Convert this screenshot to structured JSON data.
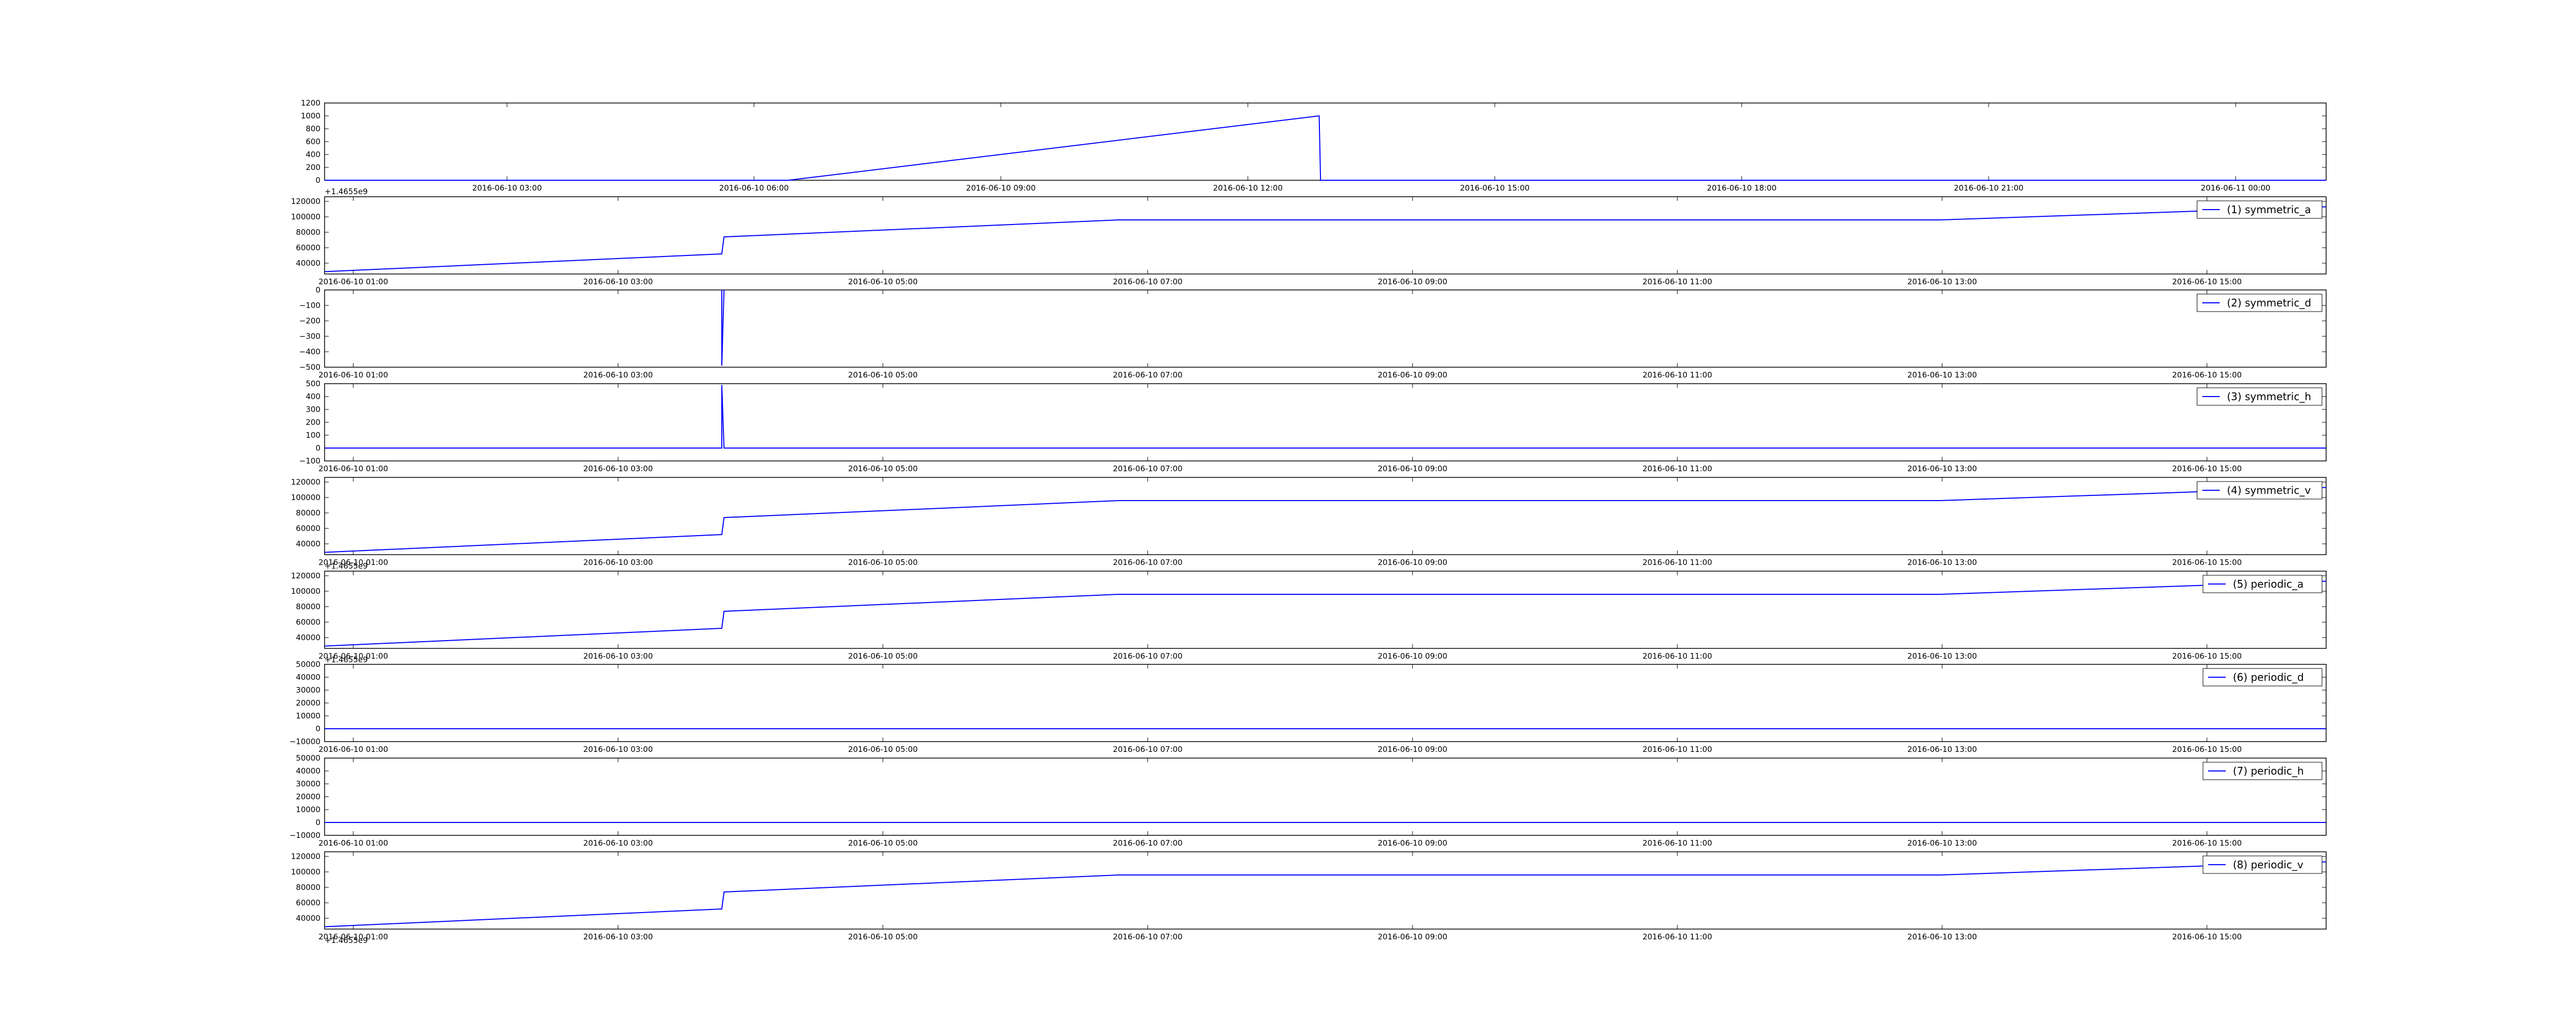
{
  "chart_data": [
    {
      "type": "line",
      "ylim": [
        0,
        1200
      ],
      "yticks": [
        0,
        200,
        400,
        600,
        800,
        1000,
        1200
      ],
      "xlim": [
        "2016-06-10 00:47",
        "2016-06-11 01:06"
      ],
      "xticks": [
        "2016-06-10 03:00",
        "2016-06-10 06:00",
        "2016-06-10 09:00",
        "2016-06-10 12:00",
        "2016-06-10 15:00",
        "2016-06-10 18:00",
        "2016-06-10 21:00",
        "2016-06-11 00:00"
      ],
      "offset_label": "+1.4655e9",
      "series": [
        {
          "points": [
            [
              "2016-06-10 00:47",
              0
            ],
            [
              "2016-06-10 06:25",
              0
            ],
            [
              "2016-06-10 12:52",
              1000
            ],
            [
              "2016-06-10 12:53",
              0
            ],
            [
              "2016-06-11 01:06",
              0
            ]
          ]
        }
      ]
    },
    {
      "type": "line",
      "ylim": [
        26000,
        126000
      ],
      "yticks": [
        40000,
        60000,
        80000,
        100000,
        120000
      ],
      "xticks": [
        "2016-06-10 01:00",
        "2016-06-10 03:00",
        "2016-06-10 05:00",
        "2016-06-10 07:00",
        "2016-06-10 09:00",
        "2016-06-10 11:00",
        "2016-06-10 13:00",
        "2016-06-10 15:00"
      ],
      "legend": "(1) symmetric_a",
      "series": [
        {
          "name": "(1) symmetric_a",
          "points": [
            [
              "2016-06-10 00:47",
              29000
            ],
            [
              "2016-06-10 03:47",
              52000
            ],
            [
              "2016-06-10 03:48",
              74000
            ],
            [
              "2016-06-10 06:47",
              96000
            ],
            [
              "2016-06-10 12:59",
              96000
            ],
            [
              "2016-06-10 15:54",
              113000
            ]
          ]
        }
      ]
    },
    {
      "type": "line",
      "ylim": [
        -500,
        0
      ],
      "yticks": [
        -500,
        -400,
        -300,
        -200,
        -100,
        0
      ],
      "xticks": [
        "2016-06-10 01:00",
        "2016-06-10 03:00",
        "2016-06-10 05:00",
        "2016-06-10 07:00",
        "2016-06-10 09:00",
        "2016-06-10 11:00",
        "2016-06-10 13:00",
        "2016-06-10 15:00"
      ],
      "legend": "(2) symmetric_d",
      "series": [
        {
          "name": "(2) symmetric_d",
          "points": [
            [
              "2016-06-10 03:47",
              0
            ],
            [
              "2016-06-10 03:47",
              -490
            ],
            [
              "2016-06-10 03:48",
              0
            ]
          ]
        }
      ]
    },
    {
      "type": "line",
      "ylim": [
        -100,
        500
      ],
      "yticks": [
        -100,
        0,
        100,
        200,
        300,
        400,
        500
      ],
      "xticks": [
        "2016-06-10 01:00",
        "2016-06-10 03:00",
        "2016-06-10 05:00",
        "2016-06-10 07:00",
        "2016-06-10 09:00",
        "2016-06-10 11:00",
        "2016-06-10 13:00",
        "2016-06-10 15:00"
      ],
      "legend": "(3) symmetric_h",
      "series": [
        {
          "name": "(3) symmetric_h",
          "points": [
            [
              "2016-06-10 00:47",
              0
            ],
            [
              "2016-06-10 03:47",
              0
            ],
            [
              "2016-06-10 03:47",
              490
            ],
            [
              "2016-06-10 03:48",
              0
            ],
            [
              "2016-06-10 15:54",
              0
            ]
          ]
        }
      ]
    },
    {
      "type": "line",
      "ylim": [
        26000,
        126000
      ],
      "yticks": [
        40000,
        60000,
        80000,
        100000,
        120000
      ],
      "xticks": [
        "2016-06-10 01:00",
        "2016-06-10 03:00",
        "2016-06-10 05:00",
        "2016-06-10 07:00",
        "2016-06-10 09:00",
        "2016-06-10 11:00",
        "2016-06-10 13:00",
        "2016-06-10 15:00"
      ],
      "offset_label": "+1.4655e9",
      "legend": "(4) symmetric_v",
      "series": [
        {
          "name": "(4) symmetric_v",
          "points": [
            [
              "2016-06-10 00:47",
              29000
            ],
            [
              "2016-06-10 03:47",
              52000
            ],
            [
              "2016-06-10 03:48",
              74000
            ],
            [
              "2016-06-10 06:47",
              96000
            ],
            [
              "2016-06-10 12:59",
              96000
            ],
            [
              "2016-06-10 15:54",
              113000
            ]
          ]
        }
      ]
    },
    {
      "type": "line",
      "ylim": [
        26000,
        126000
      ],
      "yticks": [
        40000,
        60000,
        80000,
        100000,
        120000
      ],
      "xticks": [
        "2016-06-10 01:00",
        "2016-06-10 03:00",
        "2016-06-10 05:00",
        "2016-06-10 07:00",
        "2016-06-10 09:00",
        "2016-06-10 11:00",
        "2016-06-10 13:00",
        "2016-06-10 15:00"
      ],
      "offset_label": "+1.4655e9",
      "legend": "(5) periodic_a",
      "series": [
        {
          "name": "(5) periodic_a",
          "points": [
            [
              "2016-06-10 00:47",
              29000
            ],
            [
              "2016-06-10 03:47",
              52000
            ],
            [
              "2016-06-10 03:48",
              74000
            ],
            [
              "2016-06-10 06:47",
              96000
            ],
            [
              "2016-06-10 12:59",
              96000
            ],
            [
              "2016-06-10 15:54",
              113000
            ]
          ]
        }
      ]
    },
    {
      "type": "line",
      "ylim": [
        -10000,
        50000
      ],
      "yticks": [
        -10000,
        0,
        10000,
        20000,
        30000,
        40000,
        50000
      ],
      "xticks": [
        "2016-06-10 01:00",
        "2016-06-10 03:00",
        "2016-06-10 05:00",
        "2016-06-10 07:00",
        "2016-06-10 09:00",
        "2016-06-10 11:00",
        "2016-06-10 13:00",
        "2016-06-10 15:00"
      ],
      "legend": "(6) periodic_d",
      "series": [
        {
          "name": "(6) periodic_d",
          "points": [
            [
              "2016-06-10 00:47",
              0
            ],
            [
              "2016-06-10 15:54",
              0
            ]
          ]
        }
      ]
    },
    {
      "type": "line",
      "ylim": [
        -10000,
        50000
      ],
      "yticks": [
        -10000,
        0,
        10000,
        20000,
        30000,
        40000,
        50000
      ],
      "xticks": [
        "2016-06-10 01:00",
        "2016-06-10 03:00",
        "2016-06-10 05:00",
        "2016-06-10 07:00",
        "2016-06-10 09:00",
        "2016-06-10 11:00",
        "2016-06-10 13:00",
        "2016-06-10 15:00"
      ],
      "legend": "(7) periodic_h",
      "series": [
        {
          "name": "(7) periodic_h",
          "points": [
            [
              "2016-06-10 00:47",
              0
            ],
            [
              "2016-06-10 15:54",
              0
            ]
          ]
        }
      ]
    },
    {
      "type": "line",
      "ylim": [
        26000,
        126000
      ],
      "yticks": [
        40000,
        60000,
        80000,
        100000,
        120000
      ],
      "xticks": [
        "2016-06-10 01:00",
        "2016-06-10 03:00",
        "2016-06-10 05:00",
        "2016-06-10 07:00",
        "2016-06-10 09:00",
        "2016-06-10 11:00",
        "2016-06-10 13:00",
        "2016-06-10 15:00"
      ],
      "offset_label": "+1.4655e9",
      "legend": "(8) periodic_v",
      "series": [
        {
          "name": "(8) periodic_v",
          "points": [
            [
              "2016-06-10 00:47",
              29000
            ],
            [
              "2016-06-10 03:47",
              52000
            ],
            [
              "2016-06-10 03:48",
              74000
            ],
            [
              "2016-06-10 06:47",
              96000
            ],
            [
              "2016-06-10 12:59",
              96000
            ],
            [
              "2016-06-10 15:54",
              113000
            ]
          ]
        }
      ]
    }
  ],
  "style": {
    "line_color": "#0000ff",
    "axes_color": "#000000",
    "background": "#ffffff"
  }
}
